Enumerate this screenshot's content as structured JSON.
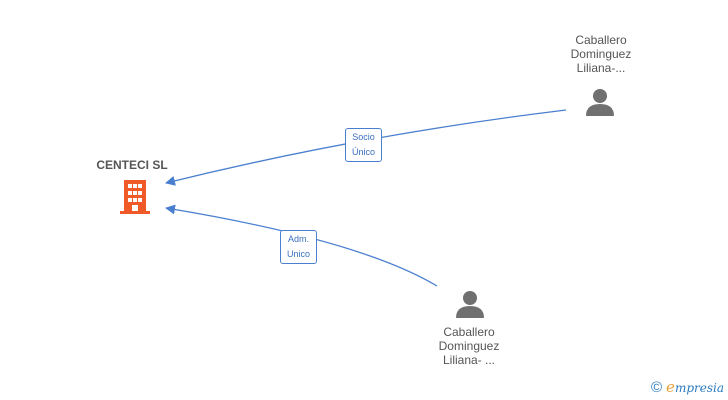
{
  "company": {
    "name": "CENTECI SL",
    "icon": "building-icon",
    "color": "#f05a28"
  },
  "persons": [
    {
      "id": "person-top",
      "icon": "person-icon",
      "name_lines": [
        "Caballero",
        "Dominguez",
        "Liliana-..."
      ]
    },
    {
      "id": "person-bottom",
      "icon": "person-icon",
      "name_lines": [
        "Caballero",
        "Dominguez",
        "Liliana- ..."
      ]
    }
  ],
  "relations": [
    {
      "from": "person-top",
      "to": "company",
      "label_lines": [
        "Socio",
        "Único"
      ]
    },
    {
      "from": "person-bottom",
      "to": "company",
      "label_lines": [
        "Adm.",
        "Unico"
      ]
    }
  ],
  "colors": {
    "edge": "#4a7fcf",
    "person": "#707070"
  },
  "footer": {
    "copyright_symbol": "©",
    "brand_initial": "e",
    "brand_rest": "mpresia"
  }
}
